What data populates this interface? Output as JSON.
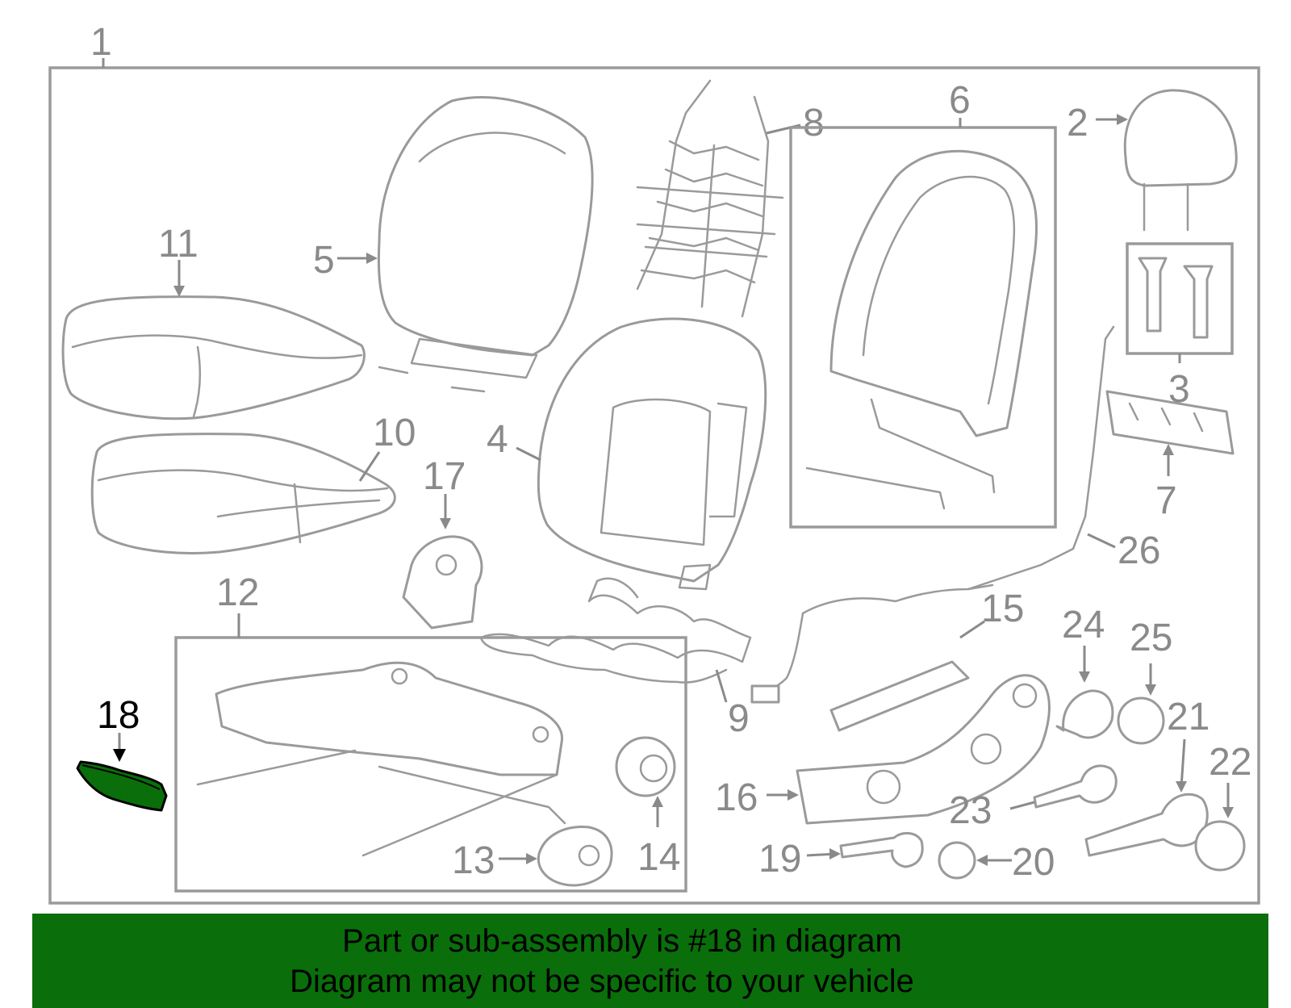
{
  "callouts": {
    "c1": "1",
    "c2": "2",
    "c3": "3",
    "c4": "4",
    "c5": "5",
    "c6": "6",
    "c7": "7",
    "c8": "8",
    "c9": "9",
    "c10": "10",
    "c11": "11",
    "c12": "12",
    "c13": "13",
    "c14": "14",
    "c15": "15",
    "c16": "16",
    "c17": "17",
    "c18": "18",
    "c19": "19",
    "c20": "20",
    "c21": "21",
    "c22": "22",
    "c23": "23",
    "c24": "24",
    "c25": "25",
    "c26": "26"
  },
  "highlighted_part": "18",
  "colors": {
    "highlight_fill": "#0a6e0a",
    "banner_bg": "#0a6e0a",
    "line_gray": "#9a9a9a"
  },
  "banner": {
    "line1": "Part or sub-assembly is #18 in diagram",
    "line2": "Diagram may not be specific to your vehicle"
  }
}
